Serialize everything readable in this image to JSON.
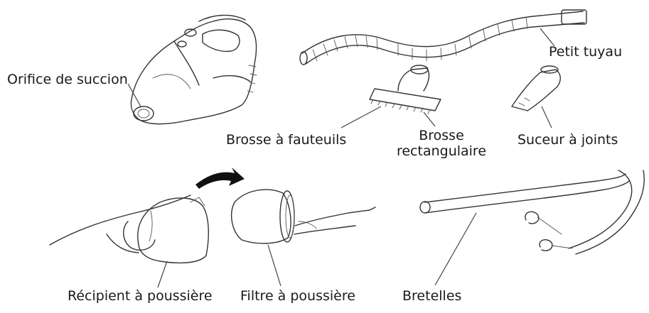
{
  "labels": {
    "suction_opening": "Orifice de succion",
    "small_hose": "Petit tuyau",
    "upholstery_brush": "Brosse à fauteuils",
    "rect_brush_line1": "Brosse",
    "rect_brush_line2": "rectangulaire",
    "crevice_tool": "Suceur à joints",
    "dust_container": "Récipient à poussière",
    "dust_filter": "Filtre à poussière",
    "straps": "Bretelles"
  }
}
